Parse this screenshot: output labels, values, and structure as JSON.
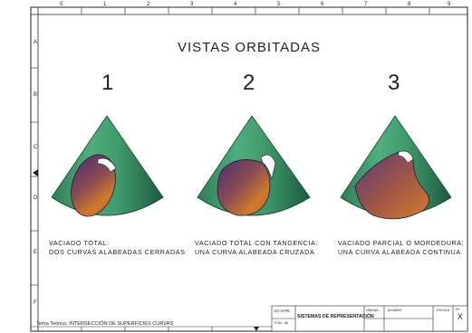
{
  "drawing": {
    "title": "VISTAS ORBITADAS",
    "views": [
      {
        "number": "1",
        "caption_line1": "VACIADO TOTAL:",
        "caption_line2": "DOS CURVAS ALABEADAS CERRADAS"
      },
      {
        "number": "2",
        "caption_line1": "VACIADO TOTAL CON TANGENCIA:",
        "caption_line2": "UNA CURVA ALABEADA CRUZADA"
      },
      {
        "number": "3",
        "caption_line1": "VACIADO PARCIAL O MORDEDURA:",
        "caption_line2": "UNA CURVA ALABEADA CONTINUA"
      }
    ],
    "footer": "Tema Teórico: INTERSECCIÓN DE SUPERFICIES CURVAS"
  },
  "grid": {
    "columns": [
      "0",
      "1",
      "2",
      "3",
      "4",
      "5",
      "6",
      "7",
      "8",
      "9"
    ],
    "rows": [
      "A",
      "B",
      "C",
      "D",
      "E",
      "F"
    ]
  },
  "title_block": {
    "code": "DA-S-PE",
    "code_sub": "TCEx - ah",
    "subject": "SISTEMAS DE REPRESENTACIÓN",
    "field1": "UNIDAD",
    "field2": "ALUMNO",
    "field3": "ESCALA",
    "field4": "Nº",
    "sheet_mark": "X"
  },
  "colors": {
    "cone_green": "#3f9a6b",
    "cone_dark": "#23644a",
    "cavity_purple": "#5a3a78",
    "cavity_orange": "#c8702a",
    "frame_line": "#222222"
  }
}
